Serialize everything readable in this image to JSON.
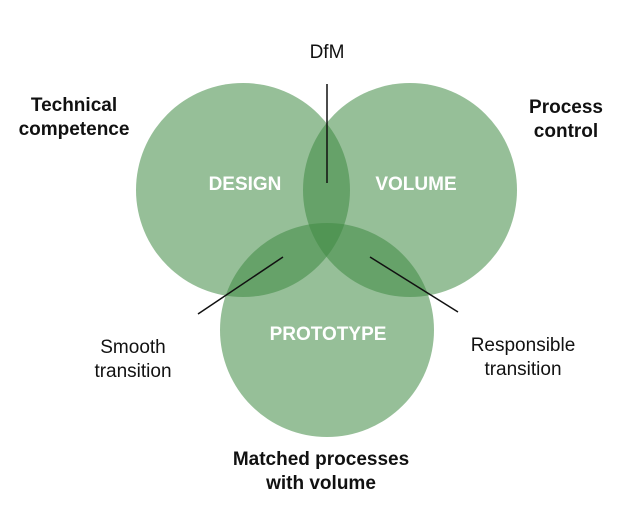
{
  "diagram": {
    "circles": {
      "design": "DESIGN",
      "volume": "VOLUME",
      "prototype": "PROTOTYPE"
    },
    "labels": {
      "dfm": "DfM",
      "technical_competence": [
        "Technical",
        "competence"
      ],
      "process_control": [
        "Process",
        "control"
      ],
      "smooth_transition": [
        "Smooth",
        "transition"
      ],
      "responsible_transition": [
        "Responsible",
        "transition"
      ],
      "matched_processes": [
        "Matched processes",
        "with volume"
      ]
    },
    "colors": {
      "circle_fill": "#3f8a44",
      "text_dark": "#111111",
      "text_light": "#ffffff"
    }
  }
}
